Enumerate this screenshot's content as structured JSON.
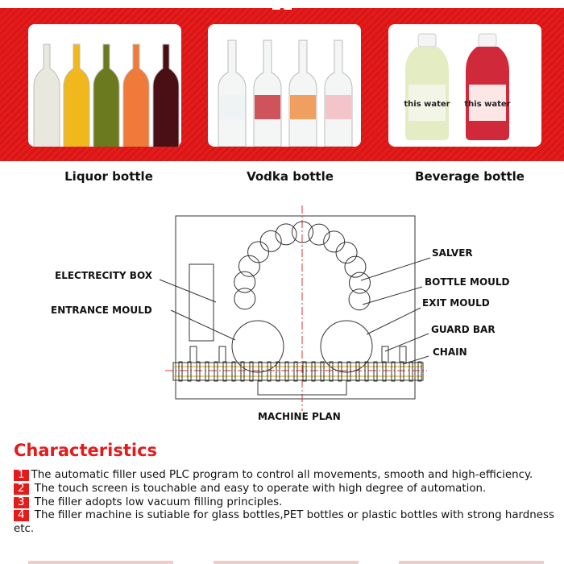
{
  "categories": [
    {
      "label": "Liquor bottle",
      "bottle_colors": [
        "#e8e8df",
        "#f0b81c",
        "#6c7a1f",
        "#f07a3a",
        "#4a0f14"
      ]
    },
    {
      "label": "Vodka bottle",
      "bottle_colors": [
        "#eef2f2",
        "#c62a35",
        "#ef8a3a",
        "#f2b9c0"
      ]
    },
    {
      "label": "Beverage bottle",
      "bottle_colors": [
        "#e4ecc4",
        "#d02a3a"
      ],
      "brand_text": "this water"
    }
  ],
  "diagram": {
    "title": "MACHINE PLAN",
    "labels": {
      "electricity_box": "ELECTRECITY BOX",
      "entrance_mould": "ENTRANCE MOULD",
      "salver": "SALVER",
      "bottle_mould": "BOTTLE MOULD",
      "exit_mould": "EXIT MOULD",
      "guard_bar": "GUARD BAR",
      "chain": "CHAIN"
    }
  },
  "characteristics": {
    "title": "Characteristics",
    "items": [
      {
        "num": "1",
        "text": "The automatic filler used PLC program to control all movements, smooth and high-efficiency."
      },
      {
        "num": "2",
        "text": " The touch screen is touchable and easy to operate with high degree of automation."
      },
      {
        "num": "3",
        "text": " The filler adopts low vacuum filling principles."
      },
      {
        "num": "4",
        "text": " The filler machine is sutiable for glass bottles,PET bottles or plastic bottles with strong hardness etc."
      }
    ]
  },
  "accent": "#e31b1b"
}
